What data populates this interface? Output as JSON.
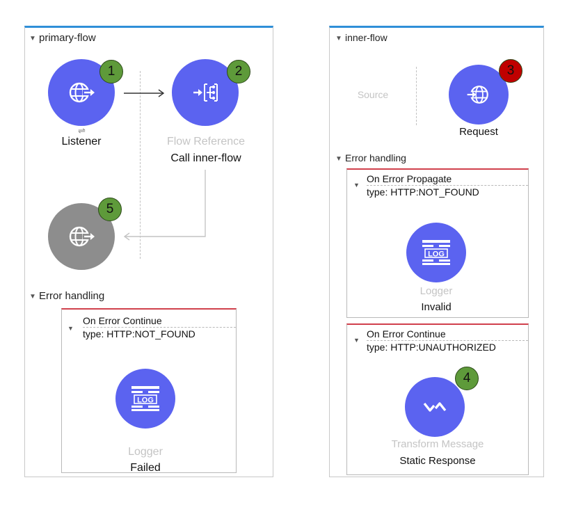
{
  "primary_flow": {
    "title": "primary-flow",
    "listener": {
      "label": "Listener",
      "badge": "1"
    },
    "flow_reference": {
      "type_label": "Flow Reference",
      "label": "Call inner-flow",
      "badge": "2"
    },
    "return_node": {
      "badge": "5"
    },
    "error_handling": {
      "title": "Error handling",
      "handler": {
        "title": "On Error Continue",
        "type": "type: HTTP:NOT_FOUND",
        "logger": {
          "type_label": "Logger",
          "label": "Failed"
        }
      }
    }
  },
  "inner_flow": {
    "title": "inner-flow",
    "source_placeholder": "Source",
    "request": {
      "label": "Request",
      "badge": "3"
    },
    "error_handling": {
      "title": "Error handling",
      "propagate": {
        "title": "On Error Propagate",
        "type": "type: HTTP:NOT_FOUND",
        "logger": {
          "type_label": "Logger",
          "label": "Invalid"
        }
      },
      "continue": {
        "title": "On Error Continue",
        "type": "type: HTTP:UNAUTHORIZED",
        "transform": {
          "type_label": "Transform Message",
          "label": "Static Response",
          "badge": "4"
        }
      }
    }
  },
  "colors": {
    "node": "#5b63f0",
    "node_disabled": "#8d8d8d",
    "badge_green": "#5e9a3a",
    "badge_red": "#c00000",
    "panel_top": "#2f8fd8",
    "error_top": "#d0404c"
  }
}
